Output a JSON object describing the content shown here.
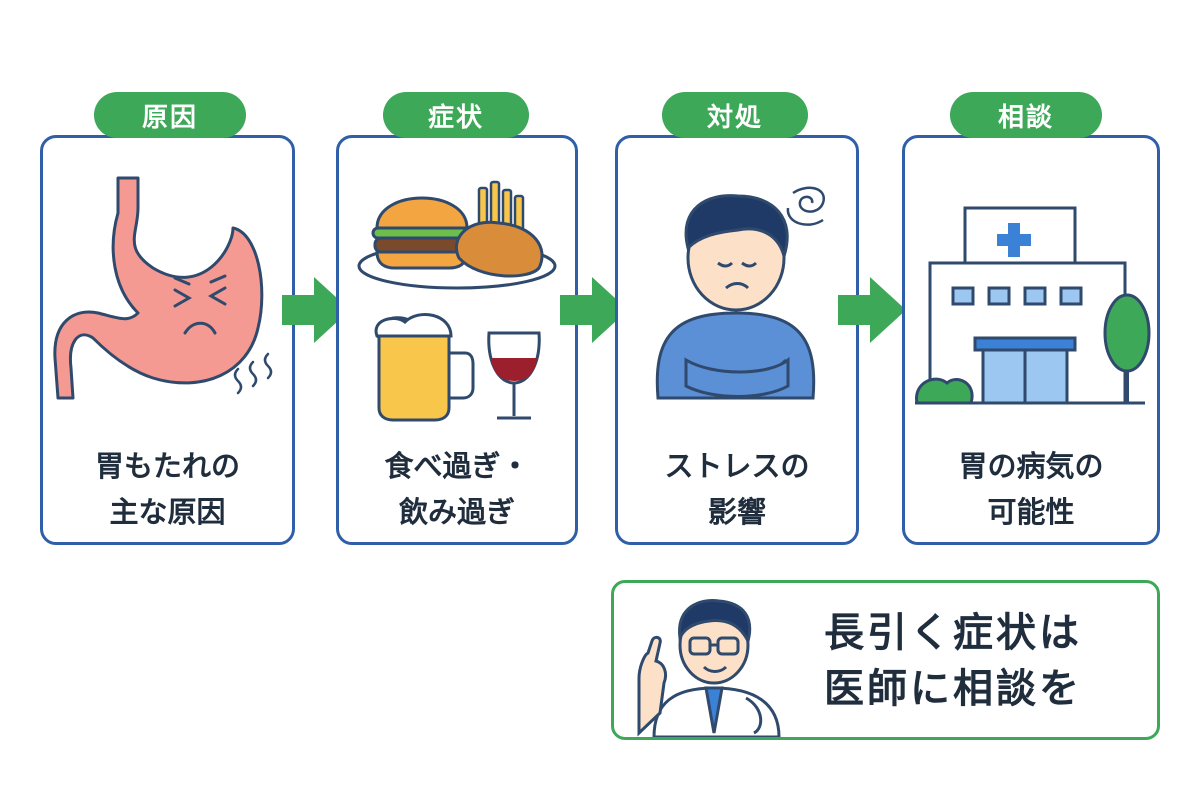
{
  "steps": [
    {
      "badge": "原因",
      "caption_line1": "胃もたれの",
      "caption_line2": "主な原因"
    },
    {
      "badge": "症状",
      "caption_line1": "食べ過ぎ・",
      "caption_line2": "飲み過ぎ"
    },
    {
      "badge": "対処",
      "caption_line1": "ストレスの",
      "caption_line2": "影響"
    },
    {
      "badge": "相談",
      "caption_line1": "胃の病気の",
      "caption_line2": "可能性"
    }
  ],
  "advice": {
    "line1": "長引く症状は",
    "line2": "医師に相談を"
  },
  "colors": {
    "card_border": "#2f5fa8",
    "badge_green": "#3ea859",
    "arrow_green": "#3ea859",
    "text": "#1f2d3d"
  }
}
